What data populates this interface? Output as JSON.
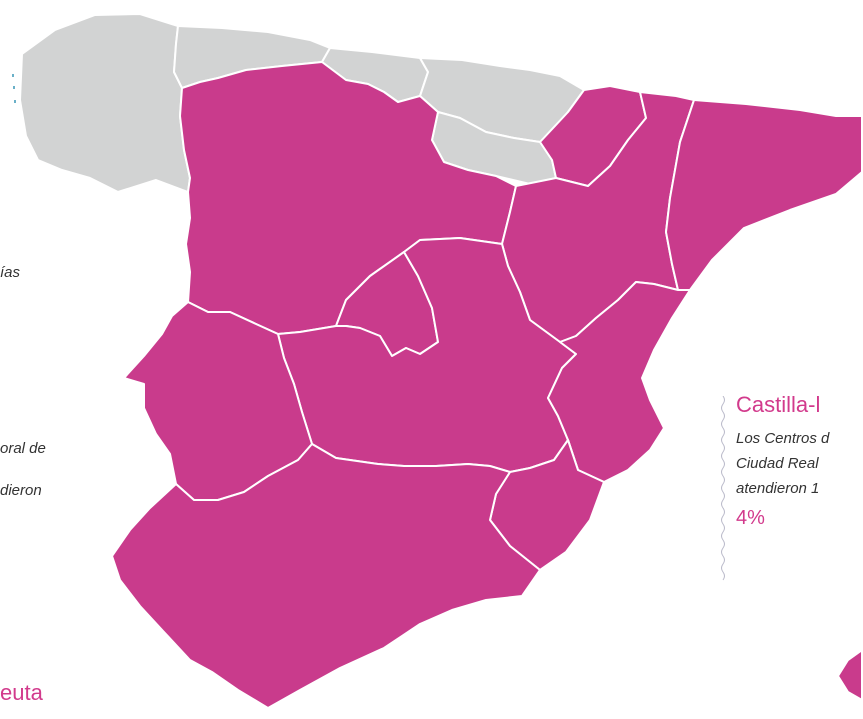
{
  "colors": {
    "highlight": "#c93b8c",
    "neutral": "#d2d3d3",
    "border": "#ffffff",
    "accent_text": "#d23a8c"
  },
  "left_fragments": [
    {
      "text": "ías"
    },
    {
      "text": "oral de"
    },
    {
      "text": "dieron"
    }
  ],
  "bottom_left_label": "euta",
  "callout": {
    "title": "Castilla-l",
    "lines": [
      "Los Centros d",
      "Ciudad Real",
      "atendieron 1"
    ],
    "percent": "4%"
  },
  "regions": [
    {
      "name": "galicia",
      "status": "neutral"
    },
    {
      "name": "asturias",
      "status": "neutral"
    },
    {
      "name": "cantabria",
      "status": "neutral"
    },
    {
      "name": "pais-vasco",
      "status": "neutral"
    },
    {
      "name": "la-rioja",
      "status": "neutral"
    },
    {
      "name": "castilla-y-leon",
      "status": "highlight"
    },
    {
      "name": "navarra",
      "status": "highlight"
    },
    {
      "name": "aragon",
      "status": "highlight"
    },
    {
      "name": "cataluna",
      "status": "highlight"
    },
    {
      "name": "madrid",
      "status": "highlight"
    },
    {
      "name": "castilla-la-mancha",
      "status": "highlight"
    },
    {
      "name": "extremadura",
      "status": "highlight"
    },
    {
      "name": "valencia",
      "status": "highlight"
    },
    {
      "name": "murcia",
      "status": "highlight"
    },
    {
      "name": "andalucia",
      "status": "highlight"
    },
    {
      "name": "baleares",
      "status": "highlight"
    }
  ]
}
